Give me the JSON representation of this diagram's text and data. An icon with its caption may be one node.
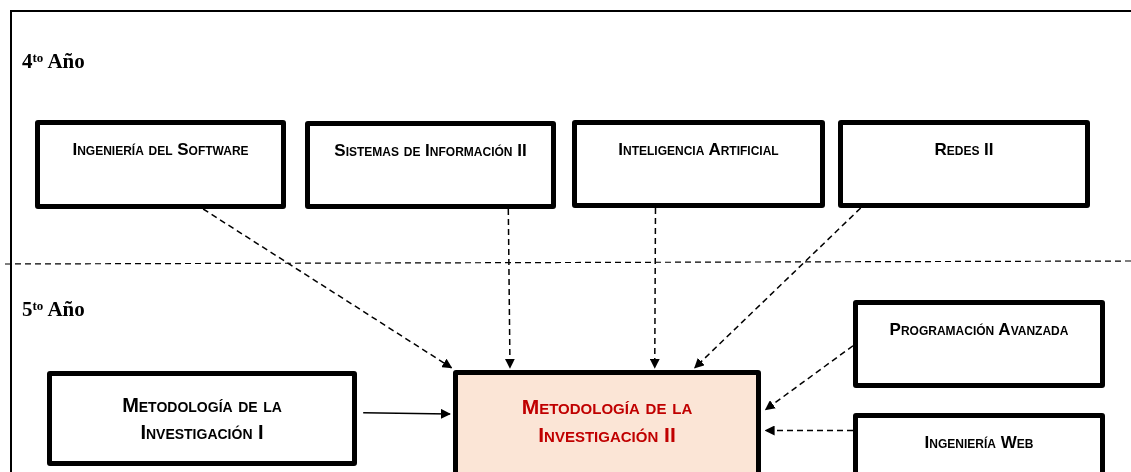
{
  "diagram": {
    "nodes": [
      {
        "text": [
          "Ingeniería del Software"
        ]
      },
      {
        "text": [
          "Sistemas de Información II"
        ]
      },
      {
        "text": [
          "Inteligencia Artificial"
        ]
      },
      {
        "text": [
          "Redes II"
        ]
      },
      {
        "text": [
          "Programación Avanzada"
        ]
      },
      {
        "text": [
          "Metodología de la Investigación I"
        ]
      },
      {
        "text": [
          "Metodología de la Investigación II"
        ]
      },
      {
        "text": [
          "Ingeniería Web"
        ]
      }
    ],
    "edges": [
      {
        "from": 0,
        "to": 6,
        "arrow": "to",
        "style": "dashed"
      },
      {
        "from": 1,
        "to": 6,
        "arrow": "to",
        "style": "dashed"
      },
      {
        "from": 2,
        "to": 6,
        "arrow": "to",
        "style": "dashed"
      },
      {
        "from": 3,
        "to": 6,
        "arrow": "to",
        "style": "dashed"
      },
      {
        "from": 4,
        "to": 6,
        "arrow": "to",
        "style": "dashed"
      },
      {
        "from": 7,
        "to": 6,
        "arrow": "to",
        "style": "dashed"
      },
      {
        "from": 5,
        "to": 6,
        "arrow": "to"
      }
    ],
    "labels": [
      "4$^{to}$ Año",
      "5$^{to}$ Año"
    ]
  }
}
